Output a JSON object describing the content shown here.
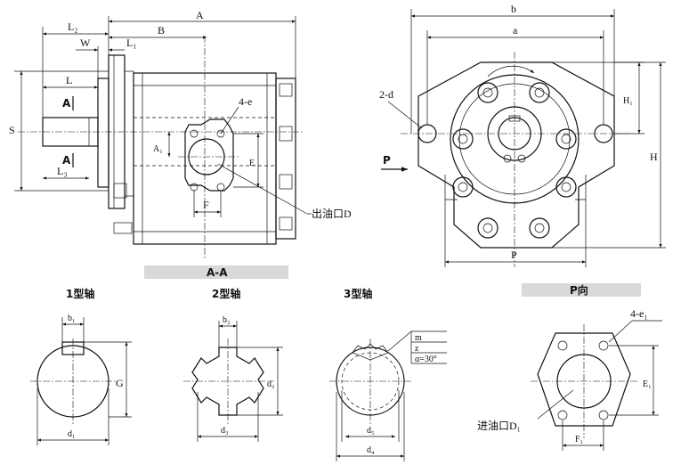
{
  "labels": {
    "A": "A",
    "B": "B",
    "L2": "L₂",
    "W": "W",
    "L1": "L₁",
    "L": "L",
    "L3": "L₃",
    "S": "S",
    "A1": "A₁",
    "E": "E",
    "F": "F",
    "hole_4e": "4-e",
    "section_mark": "A",
    "outlet": "出油口D",
    "b": "b",
    "a": "a",
    "H1": "H₁",
    "H": "H",
    "hole_2d": "2-d",
    "P_arrow": "P",
    "P_dim": "P",
    "view_AA": "A-A",
    "view_P": "P向",
    "shaft1": "1型轴",
    "shaft2": "2型轴",
    "shaft3": "3型轴",
    "b1": "b₁",
    "G": "G",
    "d1": "d₁",
    "b2": "b₂",
    "d2": "d₂",
    "d3": "d₃",
    "m": "m",
    "z": "z",
    "alpha": "α=30°",
    "d5": "d₅",
    "d4": "d₄",
    "hole_4e1": "4-e₁",
    "E1": "E₁",
    "inlet": "进油口D₁",
    "F1": "F₁"
  }
}
